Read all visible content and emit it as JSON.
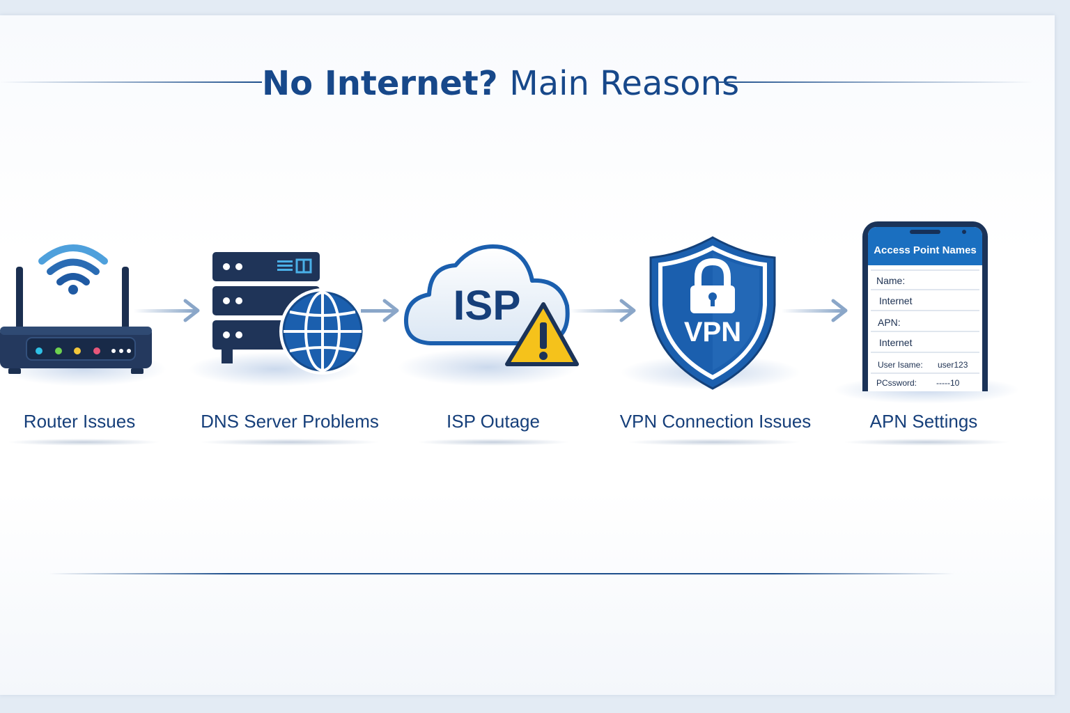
{
  "title": {
    "bold": "No Internet?",
    "rest": "Main Reasons"
  },
  "steps": [
    {
      "id": "router",
      "label": "Router Issues",
      "icon": "wifi-router-icon"
    },
    {
      "id": "dns",
      "label": "DNS Server Problems",
      "icon": "server-globe-icon"
    },
    {
      "id": "isp",
      "label": "ISP Outage",
      "icon": "cloud-warning-icon",
      "icon_text": "ISP"
    },
    {
      "id": "vpn",
      "label": "VPN Connection Issues",
      "icon": "shield-lock-icon",
      "icon_text": "VPN"
    },
    {
      "id": "apn",
      "label": "APN Settings",
      "icon": "phone-settings-icon"
    }
  ],
  "phone": {
    "header": "Access Point Names",
    "name_label": "Name:",
    "name_value": "Internet",
    "apn_label": "APN:",
    "apn_value": "Internet",
    "user_label": "User Isame:",
    "user_value": "user123",
    "pass_label": "PCssword:",
    "pass_value": "-----10"
  },
  "colors": {
    "navy": "#1b3358",
    "brand_blue": "#17488a",
    "accent_blue": "#1f6fbf",
    "warning_yellow": "#f5c21b",
    "arrow": "#8aa6c8"
  }
}
